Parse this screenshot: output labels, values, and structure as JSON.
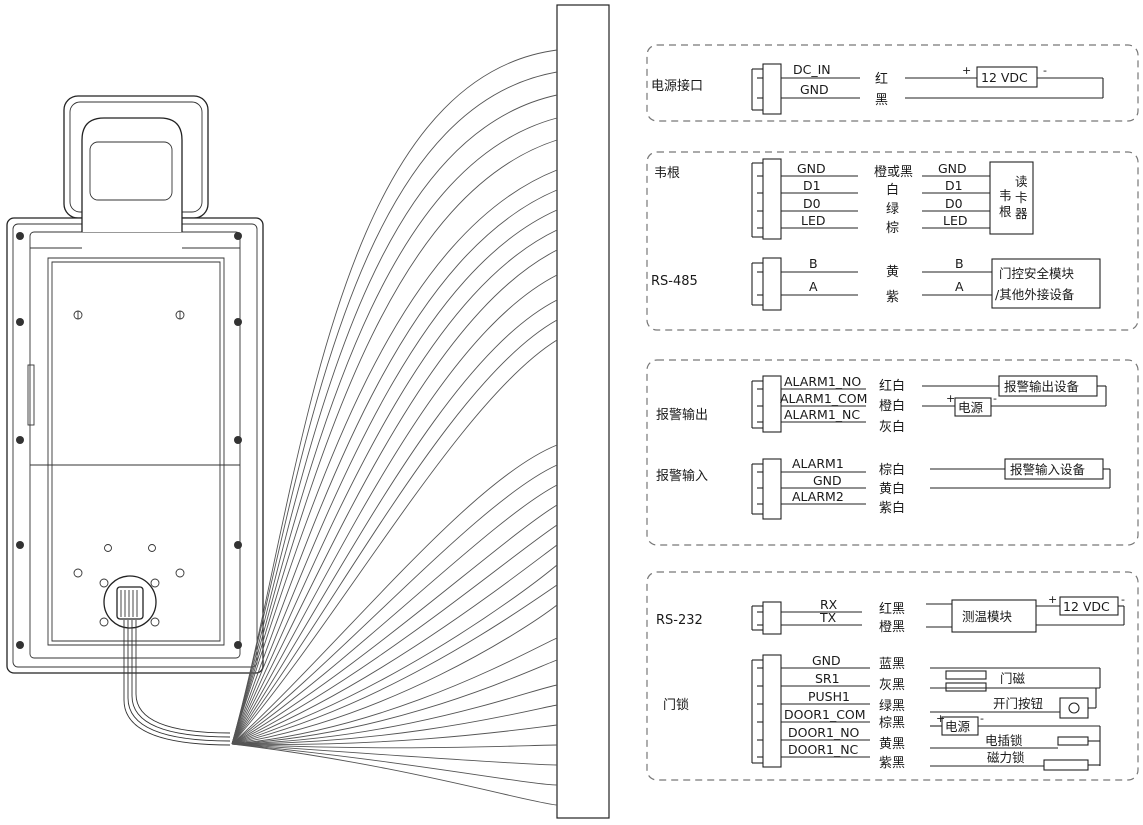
{
  "power": {
    "label": "电源接口",
    "signals": [
      "DC_IN",
      "GND"
    ],
    "colors": [
      "红",
      "黑"
    ],
    "supply": "12 VDC",
    "plus": "+",
    "minus": "-"
  },
  "wiegand": {
    "label": "韦根",
    "signals": [
      "GND",
      "D1",
      "D0",
      "LED"
    ],
    "colors": [
      "橙或黑",
      "白",
      "绿",
      "棕"
    ],
    "terms": [
      "GND",
      "D1",
      "D0",
      "LED"
    ],
    "reader_a": "韦",
    "reader_b": "根",
    "reader_c": "读",
    "reader_d": "卡",
    "reader_e": "器"
  },
  "rs485": {
    "label": "RS-485",
    "signals": [
      "B",
      "A"
    ],
    "colors": [
      "黄",
      "紫"
    ],
    "terms": [
      "B",
      "A"
    ],
    "device_line1": "门控安全模块",
    "device_line2": "/其他外接设备"
  },
  "alarm_out": {
    "label": "报警输出",
    "signals": [
      "ALARM1_NO",
      "ALARM1_COM",
      "ALARM1_NC"
    ],
    "colors": [
      "红白",
      "橙白",
      "灰白"
    ],
    "device": "报警输出设备",
    "power": "电源",
    "plus": "+",
    "minus": "-"
  },
  "alarm_in": {
    "label": "报警输入",
    "signals": [
      "ALARM1",
      "GND",
      "ALARM2"
    ],
    "colors": [
      "棕白",
      "黄白",
      "紫白"
    ],
    "device": "报警输入设备"
  },
  "rs232": {
    "label": "RS-232",
    "signals": [
      "RX",
      "TX"
    ],
    "colors": [
      "红黑",
      "橙黑"
    ],
    "device": "测温模块",
    "supply": "12 VDC",
    "plus": "+",
    "minus": "-"
  },
  "door": {
    "label": "门锁",
    "signals": [
      "GND",
      "SR1",
      "PUSH1",
      "DOOR1_COM",
      "DOOR1_NO",
      "DOOR1_NC"
    ],
    "colors": [
      "蓝黑",
      "灰黑",
      "绿黑",
      "棕黑",
      "黄黑",
      "紫黑"
    ],
    "magnet": "门磁",
    "exit_button": "开门按钮",
    "power": "电源",
    "bolt_lock": "电插锁",
    "mag_lock": "磁力锁",
    "plus": "+",
    "minus": "-"
  }
}
